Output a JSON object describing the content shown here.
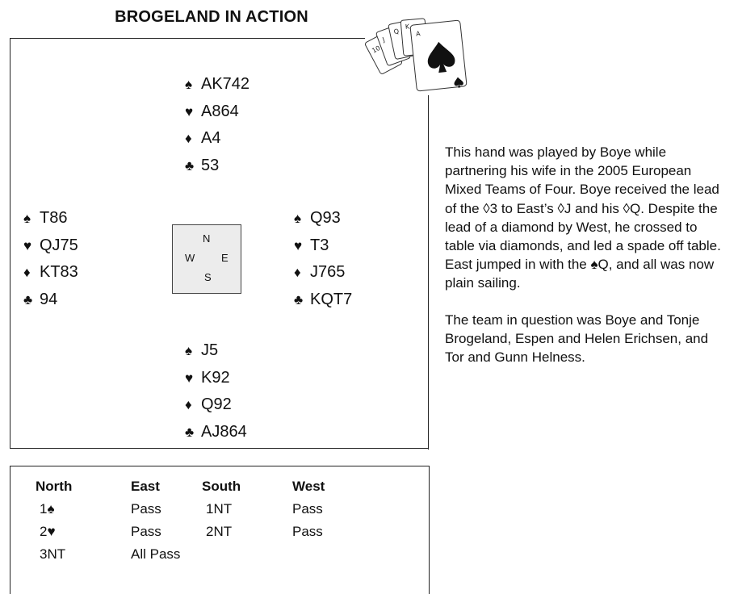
{
  "title": "BROGELAND IN ACTION",
  "compass": {
    "n": "N",
    "e": "E",
    "s": "S",
    "w": "W"
  },
  "hands": {
    "north": {
      "spades": "AK742",
      "hearts": "A864",
      "diamonds": "A4",
      "clubs": "53"
    },
    "west": {
      "spades": "T86",
      "hearts": "QJ75",
      "diamonds": "KT83",
      "clubs": "94"
    },
    "east": {
      "spades": "Q93",
      "hearts": "T3",
      "diamonds": "J765",
      "clubs": "KQT7"
    },
    "south": {
      "spades": "J5",
      "hearts": "K92",
      "diamonds": "Q92",
      "clubs": "AJ864"
    }
  },
  "suit_symbols": {
    "spades": "♠",
    "hearts": "♥",
    "diamonds": "♦",
    "clubs": "♣"
  },
  "narrative": {
    "paragraph1": "This hand was played by Boye while partnering his wife in the 2005 European Mixed Teams of Four. Boye received the lead of the ◊3 to East’s ◊J and his ◊Q. Despite the lead of a diamond by West, he crossed to table via diamonds, and led a spade off table. East jumped in with the ♠Q, and all was now plain sailing.",
    "paragraph2": "The team in question was Boye and Tonje Brogeland, Espen and Helen Erichsen, and Tor and Gunn Helness."
  },
  "auction": {
    "headers": [
      "North",
      "East",
      "South",
      "West"
    ],
    "rows": [
      [
        "1♠",
        "Pass",
        "1NT",
        "Pass"
      ],
      [
        "2♥",
        "Pass",
        "2NT",
        "Pass"
      ],
      [
        "3NT",
        "All Pass",
        "",
        ""
      ]
    ]
  },
  "icons": {
    "fan": "playing-cards-fan-icon"
  }
}
